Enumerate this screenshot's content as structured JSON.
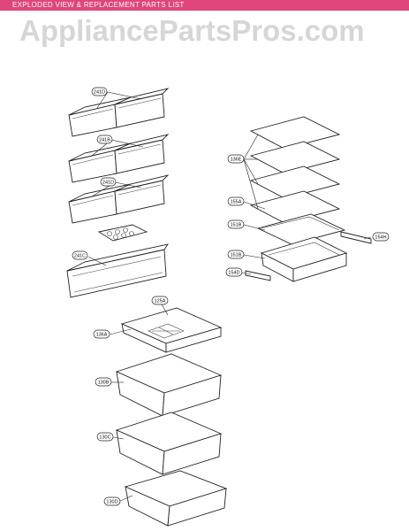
{
  "banner": {
    "text": "EXPLODED VIEW & REPLACEMENT PARTS LIST",
    "color": "#e0457b"
  },
  "watermark": {
    "text": "AppliancePartsPros.com"
  },
  "callouts": {
    "door_bins_top": "241D",
    "door_bins_mid": "241B",
    "door_bins_low": "241D",
    "door_bin_large": "241C",
    "shelves": "136E",
    "shelf_glass": "155A",
    "shelf_frame": "151B",
    "crisper_cover": "151B",
    "cover_right": "154H",
    "cover_left": "154D",
    "pan_cover": "125A",
    "pan_top_label": "136A",
    "pan_mid": "130B",
    "pan_low": "130C",
    "pan_bottom": "130D"
  }
}
